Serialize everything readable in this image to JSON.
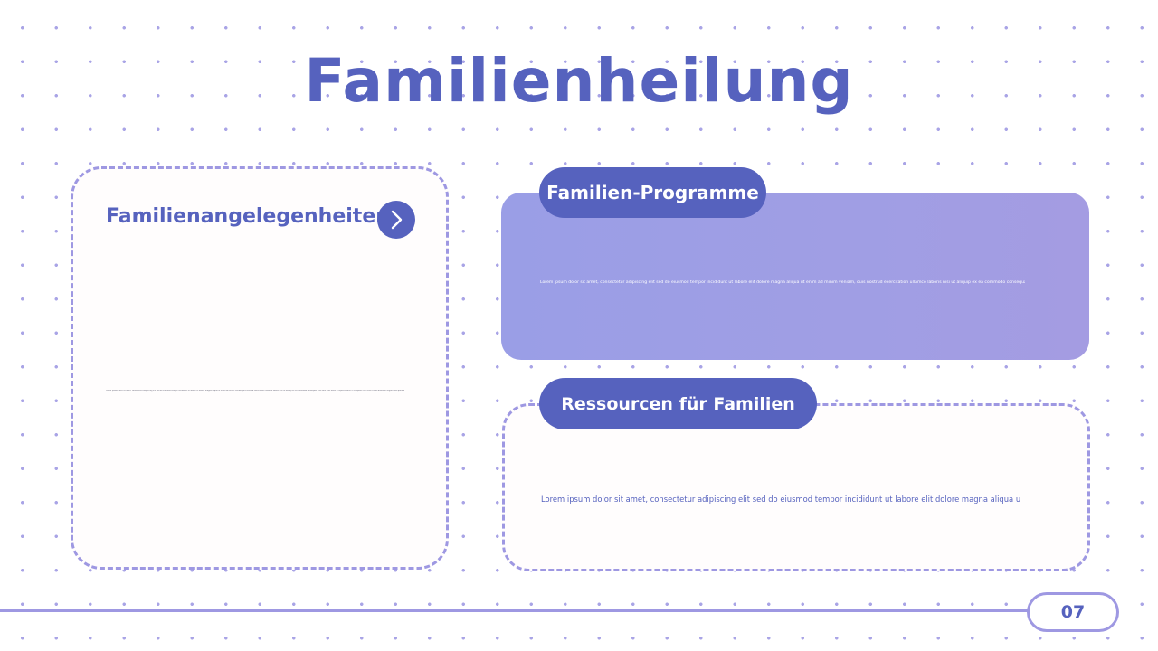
{
  "slide": {
    "title": "Familienheilung",
    "page_number": "07"
  },
  "left_card": {
    "title": "Familienangelegenheiten",
    "body": "Lorem ipsum dolor sit amet, consectetur adipiscing elit sed do eiusmod tempor incididunt ut labore et dolore magna aliqua ut enim ad minim veniam quis nostrud exercitation ullamco laboris nisi ut aliquip ex ea commodo consequat duis aute irure dolor in reprehenderit in voluptate velit esse cillum dolore eu fugiat nulla pariatur excepteur sint occaecat cupidatat non proident sunt in culpa qui officia deserunt mollit anim id est laborum"
  },
  "programs": {
    "label": "Familien-Programme",
    "body": "Lorem ipsum dolor sit amet, consectetur adipiscing elit sed do eiusmod tempor incididunt ut labore elit dolore magna aliqua ut enim ad minim veniam, quis nostrud exercitation ullamco laboris nisi ut aliquip ex ea commodo consequat."
  },
  "resources": {
    "label": "Ressourcen für Familien",
    "body": "Lorem ipsum dolor sit amet, consectetur adipiscing elit sed do eiusmod tempor incididunt ut labore elit dolore magna aliqua u"
  },
  "colors": {
    "primary": "#5662be",
    "accent_light": "#9e98e2",
    "card_fill": "#a09ee4",
    "dot": "#a9a4e6"
  },
  "icons": {
    "arrow_button": "chevron-right-icon"
  }
}
